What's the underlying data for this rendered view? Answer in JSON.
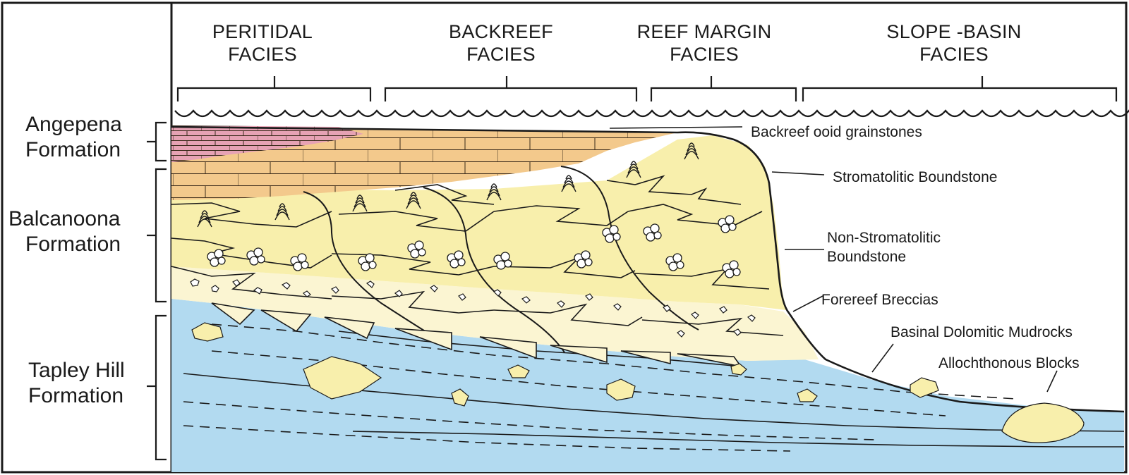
{
  "facies": [
    {
      "line1": "PERITIDAL",
      "line2": "FACIES"
    },
    {
      "line1": "BACKREEF",
      "line2": "FACIES"
    },
    {
      "line1": "REEF MARGIN",
      "line2": "FACIES"
    },
    {
      "line1": "SLOPE -BASIN",
      "line2": "FACIES"
    }
  ],
  "formations": [
    {
      "line1": "Angepena",
      "line2": "Formation"
    },
    {
      "line1": "Balcanoona",
      "line2": "Formation"
    },
    {
      "line1": "Tapley Hill",
      "line2": "Formation"
    }
  ],
  "labels": {
    "ooid": "Backreef ooid grainstones",
    "stromatolitic": "Stromatolitic Boundstone",
    "non_strom_1": "Non-Stromatolitic",
    "non_strom_2": "Boundstone",
    "breccias": "Forereef Breccias",
    "mudrocks": "Basinal Dolomitic Mudrocks",
    "blocks": "Allochthonous Blocks"
  },
  "colors": {
    "pink": "#e6a2b4",
    "tan": "#f3c98c",
    "yellow": "#f8efac",
    "pale": "#fbf5d2",
    "blue": "#b2daf0",
    "ink": "#1a1a1a"
  }
}
